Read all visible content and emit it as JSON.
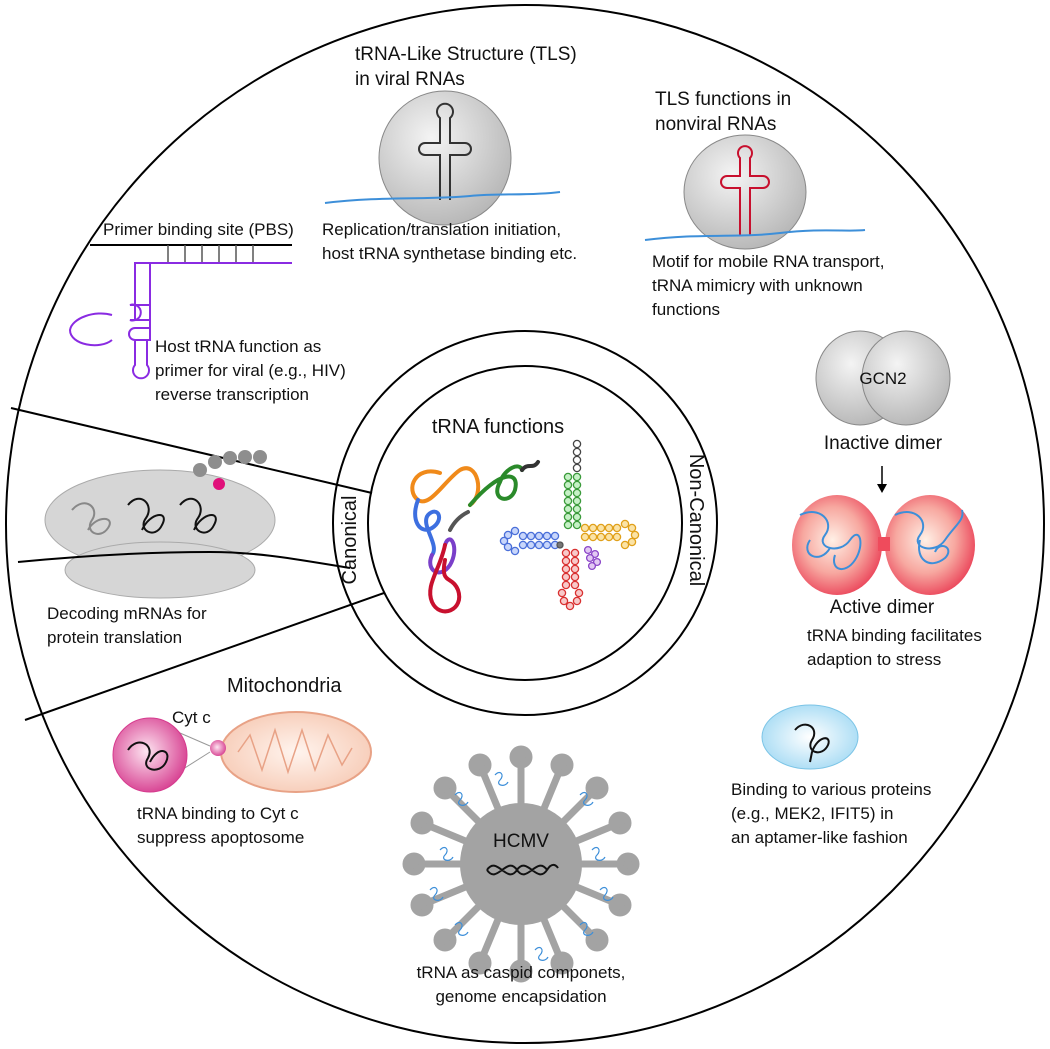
{
  "center": {
    "title": "tRNA functions",
    "canonical_label": "Canonical",
    "noncanonical_label": "Non-Canonical"
  },
  "tls_viral": {
    "title_line1": "tRNA-Like Structure (TLS)",
    "title_line2": "in viral RNAs",
    "caption_line1": "Replication/translation initiation,",
    "caption_line2": "host tRNA synthetase binding etc."
  },
  "tls_nonviral": {
    "title_line1": "TLS functions in",
    "title_line2": "nonviral RNAs",
    "caption_line1": "Motif for mobile RNA transport,",
    "caption_line2": "tRNA mimicry with unknown",
    "caption_line3": "functions"
  },
  "pbs": {
    "label": "Primer binding site (PBS)",
    "caption_line1": "Host tRNA function as",
    "caption_line2": "primer for viral (e.g., HIV)",
    "caption_line3": "reverse transcription"
  },
  "gcn2": {
    "protein_label": "GCN2",
    "inactive_label": "Inactive dimer",
    "active_label": "Active dimer",
    "caption_line1": "tRNA binding facilitates",
    "caption_line2": "adaption to stress"
  },
  "decoding": {
    "caption_line1": "Decoding mRNAs for",
    "caption_line2": "protein translation"
  },
  "mitochondria": {
    "title": "Mitochondria",
    "cytc_label": "Cyt c",
    "caption_line1": "tRNA binding to Cyt c",
    "caption_line2": "suppress apoptosome"
  },
  "hcmv": {
    "label": "HCMV",
    "caption_line1": "tRNA as caspid componets,",
    "caption_line2": "genome encapsidation"
  },
  "aptamer": {
    "caption_line1": "Binding to various proteins",
    "caption_line2": "(e.g., MEK2, IFIT5) in",
    "caption_line3": "an aptamer-like fashion"
  },
  "colors": {
    "outline": "#000000",
    "rna_blue": "#3d8fd9",
    "pbs_purple": "#8a2be2",
    "tls_red": "#c8102e",
    "gcn2_red": "#ef4b5c",
    "mito_pink": "#e0529c",
    "aptamer_blue": "#a8dcf5",
    "virus_grey": "#a3a3a3"
  }
}
